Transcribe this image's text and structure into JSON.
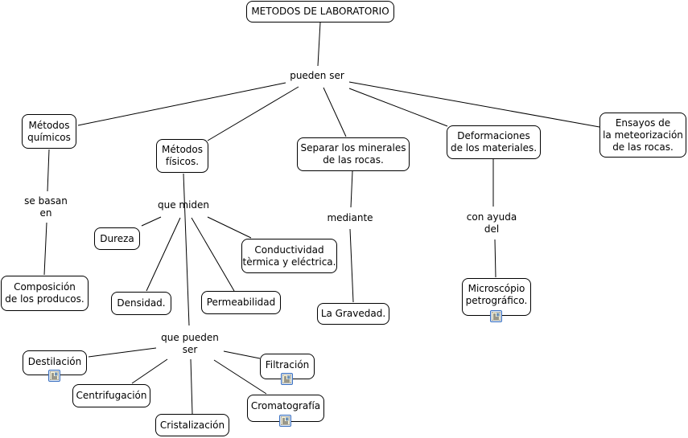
{
  "map_title": "METODOS DE LABORATORIO",
  "nodes": {
    "root": "METODOS DE LABORATORIO",
    "quimicos": "Métodos\nquímicos",
    "fisicos": "Métodos\nfísicos.",
    "separar": "Separar los minerales\nde las rocas.",
    "deformaciones": "Deformaciones\nde los materiales.",
    "ensayos": "Ensayos de\nla meteorización\nde las rocas.",
    "composicion": "Composición\nde los producos.",
    "dureza": "Dureza",
    "densidad": "Densidad.",
    "permeabilidad": "Permeabilidad",
    "conductividad": "Conductividad\ntèrmica y eléctrica.",
    "gravedad": "La Gravedad.",
    "microscopio": "Microscópio\npetrográfico.",
    "destilacion": "Destilación",
    "centrifugacion": "Centrifugación",
    "cristalizacion": "Cristalización",
    "filtracion": "Filtración",
    "cromatografia": "Cromatografía"
  },
  "linking_phrases": {
    "pueden_ser": "pueden ser",
    "se_basan_en": "se basan\nen",
    "que_miden": "que miden",
    "mediante": "mediante",
    "con_ayuda_del": "con ayuda\ndel",
    "que_pueden_ser": "que pueden\nser"
  },
  "resource_icons": [
    "microscopio",
    "destilacion",
    "filtracion",
    "cromatografia"
  ],
  "colors": {
    "line": "#000000",
    "node_border": "#000000",
    "resource_icon_border": "#3a6fbf",
    "resource_icon_fill": "#dbe8fa"
  }
}
